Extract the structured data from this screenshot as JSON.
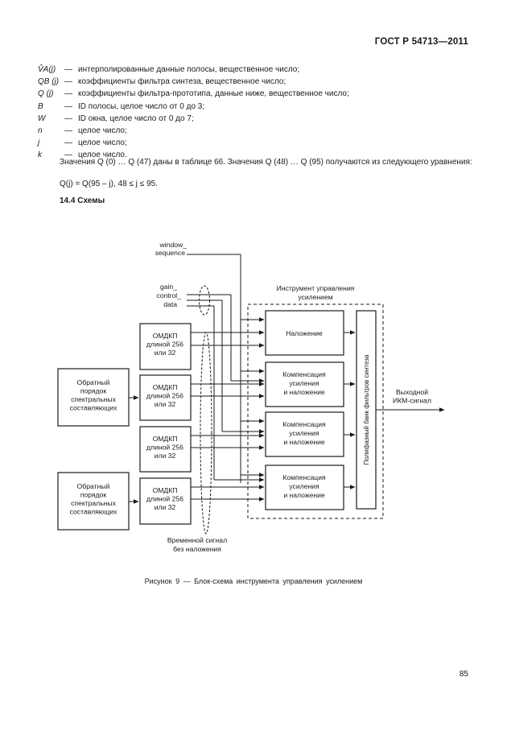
{
  "header": {
    "doc_code": "ГОСТ Р 54713—2011"
  },
  "definitions": [
    {
      "symbol": "V̂A(j)",
      "text": "интерполированные данные полосы, вещественное число;"
    },
    {
      "symbol": "QB (j)",
      "text": "коэффициенты фильтра синтеза, вещественное число;"
    },
    {
      "symbol": "Q (j)",
      "text": "коэффициенты фильтра-прототипа, данные ниже, вещественное число;"
    },
    {
      "symbol": "B",
      "text": "ID полосы, целое число от 0 до 3;"
    },
    {
      "symbol": "W",
      "text": "ID окна, целое число от 0 до 7;"
    },
    {
      "symbol": "n",
      "text": "целое число;"
    },
    {
      "symbol": "j",
      "text": "целое число;"
    },
    {
      "symbol": "k",
      "text": "целое число."
    }
  ],
  "paragraph": "Значения Q (0) … Q (47) даны в таблице 66. Значения Q (48) … Q (95) получаются из следующего уравнения:",
  "formula": "Q(j) = Q(95 – j), 48 ≤ j ≤ 95.",
  "section_title": "14.4 Схемы",
  "diagram": {
    "window_seq": [
      "window_",
      "sequence"
    ],
    "gain_ctrl": [
      "gain_",
      "control_",
      "data"
    ],
    "tool_label": [
      "Инструмент управления",
      "усилением"
    ],
    "inverse_blocks": [
      [
        "Обратный",
        "порядок",
        "спектральных",
        "составляющих"
      ],
      [
        "Обратный",
        "порядок",
        "спектральных",
        "составляющих"
      ]
    ],
    "imdct_blocks": [
      [
        "ОМДКП",
        "длиной 256",
        "или 32"
      ],
      [
        "ОМДКП",
        "длиной 256",
        "или 32"
      ],
      [
        "ОМДКП",
        "длиной 256",
        "или 32"
      ],
      [
        "ОМДКП",
        "длиной 256",
        "или 32"
      ]
    ],
    "overlap_label": "Наложение",
    "comp_blocks": [
      [
        "Компенсация",
        "усиления",
        "и наложение"
      ],
      [
        "Компенсация",
        "усиления",
        "и наложение"
      ],
      [
        "Компенсация",
        "усиления",
        "и наложение"
      ]
    ],
    "filterbank": "Полифазный банк фильтров синтеза",
    "output_label": [
      "Выходной",
      "ИКМ-сигнал"
    ],
    "time_signal": [
      "Временной сигнал",
      "без наложения"
    ]
  },
  "caption": "Рисунок 9 — Блок-схема инструмента управления усилением",
  "page_number": "85"
}
